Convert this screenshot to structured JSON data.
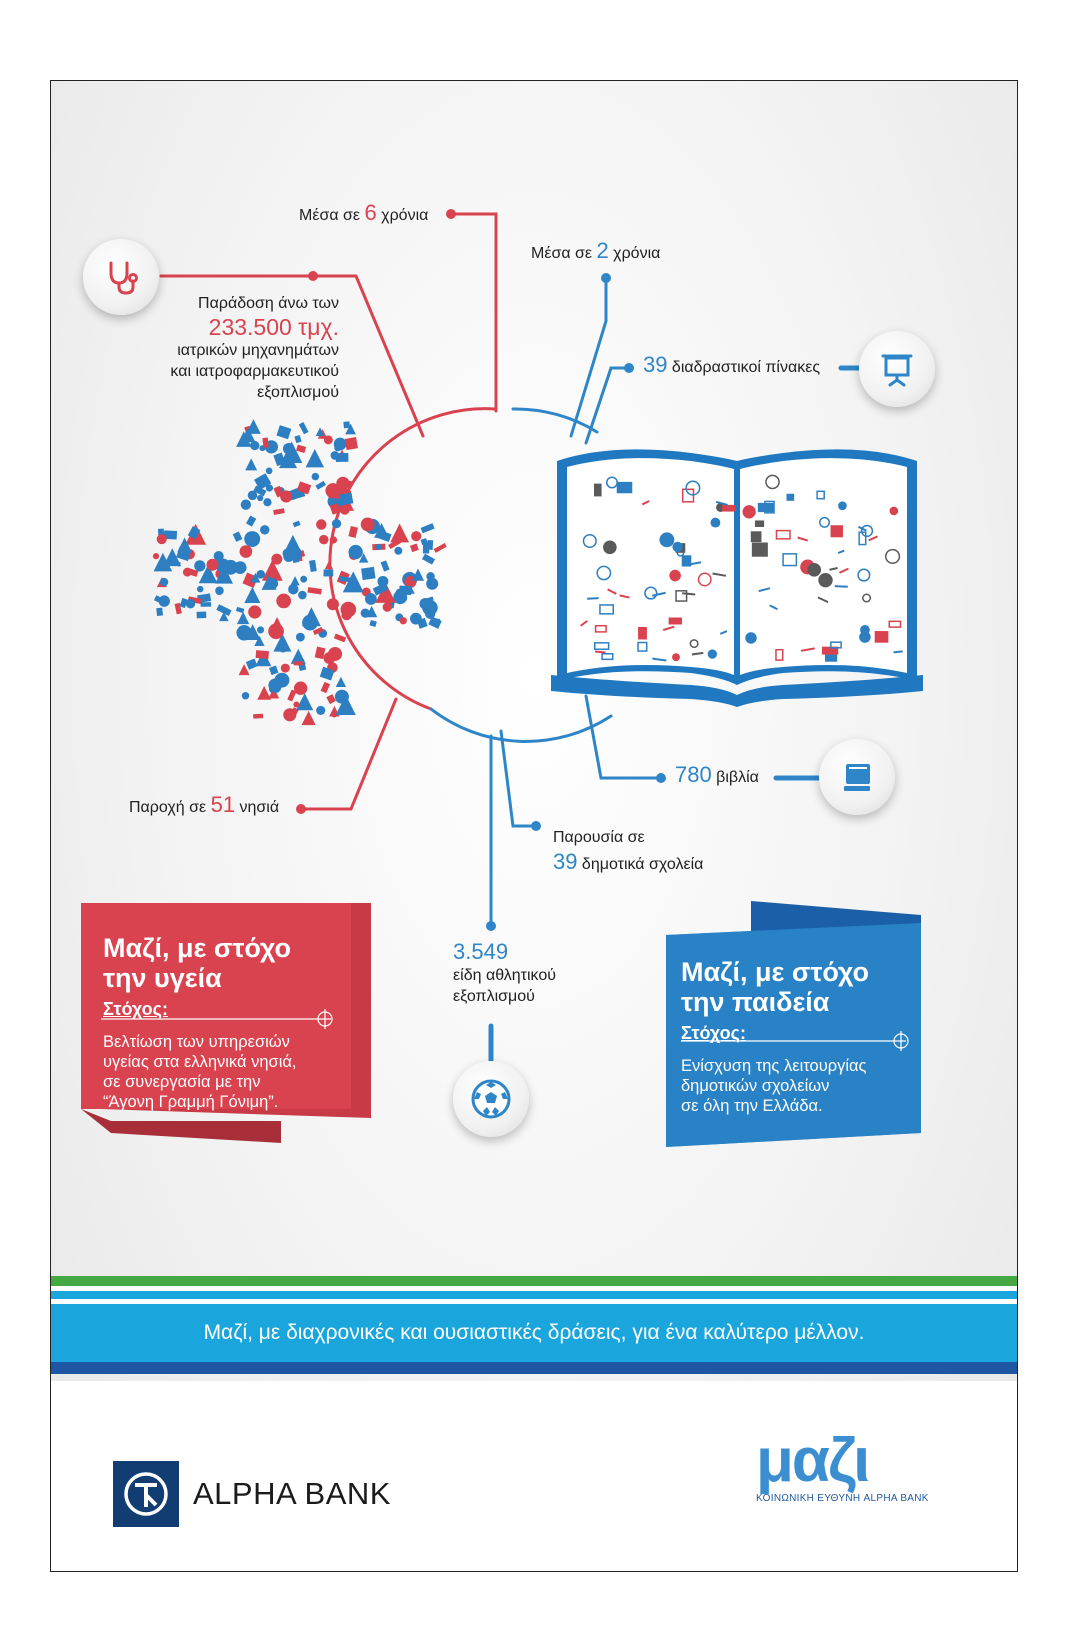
{
  "health": {
    "years": {
      "pre": "Μέσα σε ",
      "num": "6",
      "post": " χρόνια"
    },
    "supply": {
      "line1": "Παράδοση άνω των",
      "amount": "233.500 τμχ.",
      "line2": "ιατρικών μηχανημάτων",
      "line3": "και ιατροφαρμακευτικού",
      "line4": "εξοπλισμού"
    },
    "islands": {
      "pre": "Παροχή σε ",
      "num": "51",
      "post": " νησιά"
    },
    "banner": {
      "title_line1": "Μαζί, με στόχο",
      "title_line2": "την υγεία",
      "goal_label": "Στόχος:",
      "text_line1": "Βελτίωση των υπηρεσιών",
      "text_line2": "υγείας στα ελληνικά νησιά,",
      "text_line3": "σε συνεργασία με την",
      "text_line4": "“Άγονη Γραμμή Γόνιμη”."
    }
  },
  "education": {
    "years": {
      "pre": "Μέσα σε ",
      "num": "2",
      "post": " χρόνια"
    },
    "boards": {
      "num": "39",
      "post": " διαδραστικοί πίνακες"
    },
    "books": {
      "num": "780",
      "post": " βιβλία"
    },
    "schools": {
      "line1": "Παρουσία σε",
      "num": "39",
      "post": " δημοτικά σχολεία"
    },
    "sports": {
      "num": "3.549",
      "line1": "είδη αθλητικού",
      "line2": "εξοπλισμού"
    },
    "banner": {
      "title_line1": "Μαζί, με στόχο",
      "title_line2": "την παιδεία",
      "goal_label": "Στόχος:",
      "text_line1": "Ενίσχυση της λειτουργίας",
      "text_line2": "δημοτικών σχολείων",
      "text_line3": "σε όλη την Ελλάδα."
    }
  },
  "slogan": "Μαζί, με διαχρονικές και ουσιαστικές δράσεις, για ένα καλύτερο μέλλον.",
  "footer": {
    "bank_name": "ALPHA BANK",
    "mazi_word": "μαζι",
    "mazi_tagline": "ΚΟΙΝΩΝΙΚΗ ΕΥΘΥΝΗ ALPHA BANK"
  },
  "colors": {
    "red": "#d8434f",
    "blue": "#2e86c8",
    "green": "#45a842",
    "cyan": "#1aa6dc",
    "navy": "#1d57a3"
  }
}
